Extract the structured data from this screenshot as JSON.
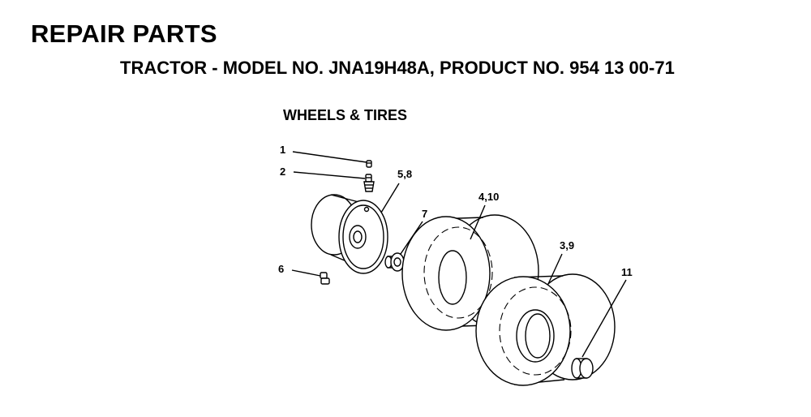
{
  "header": {
    "title": "REPAIR PARTS",
    "subtitle": "TRACTOR - MODEL NO. JNA19H48A, PRODUCT NO. 954 13 00-71"
  },
  "section": {
    "title": "WHEELS & TIRES"
  },
  "callouts": {
    "c1": "1",
    "c2": "2",
    "c58": "5,8",
    "c7": "7",
    "c410": "4,10",
    "c39": "3,9",
    "c6": "6",
    "c11": "11"
  }
}
